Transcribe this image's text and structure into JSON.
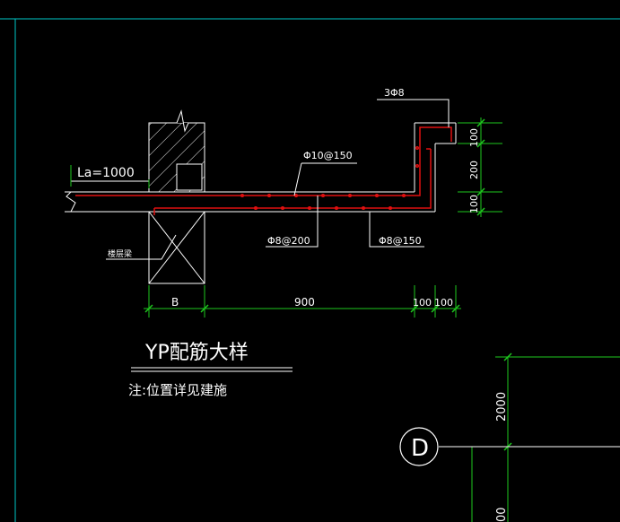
{
  "drawing": {
    "title": "YP配筋大样",
    "note": "注:位置详见建施",
    "labels": {
      "anchorage": "La=1000",
      "ring_beam": "楼层梁",
      "top_bar": "Φ10@150",
      "bottom_bar": "Φ8@200",
      "stirrup_bar": "Φ8@150",
      "lip_bar": "3Φ8"
    },
    "dimensions": {
      "width_b": "B",
      "horizontal_main": "900",
      "horizontal_lip1": "100",
      "horizontal_lip2": "100",
      "vertical_top": "100",
      "vertical_mid": "200",
      "vertical_bottom": "100",
      "grid_vertical_top": "2000",
      "grid_vertical_bottom": "00"
    },
    "grid_axis": "D"
  },
  "colors": {
    "background": "#000000",
    "linework": "#ffffff",
    "dimension": "#1ec81e",
    "rebar": "#e01010",
    "frame": "#00c8c8"
  }
}
